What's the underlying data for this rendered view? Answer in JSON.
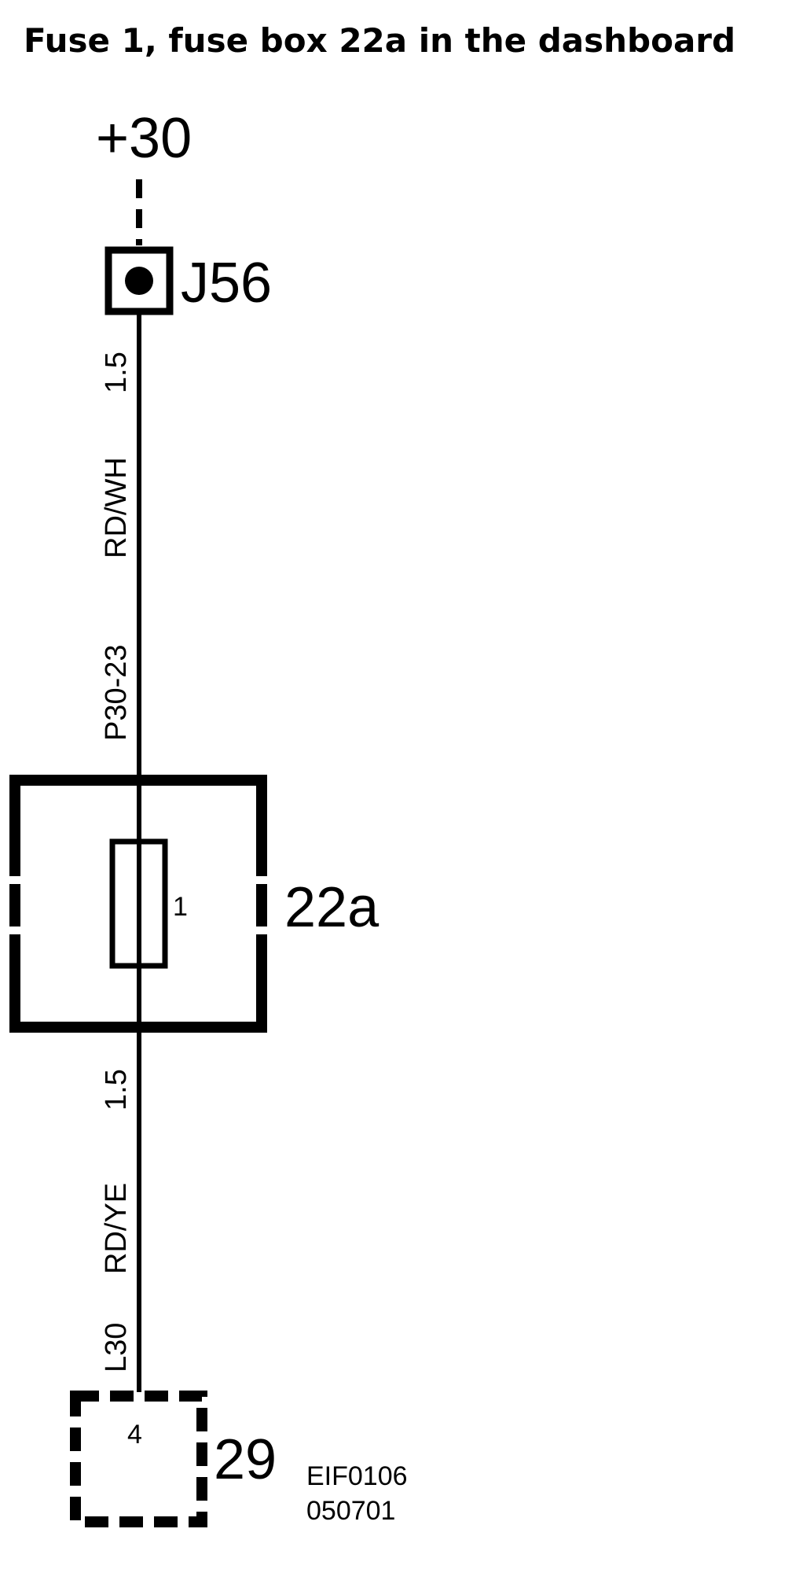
{
  "title": "Fuse 1, fuse box 22a in the dashboard",
  "supply": {
    "label": "+30"
  },
  "connector_top": {
    "label": "J56"
  },
  "wire_top": {
    "size": "1.5",
    "color": "RD/WH",
    "code": "P30-23"
  },
  "fuse_box": {
    "label": "22a",
    "fuse_number": "1"
  },
  "wire_bottom": {
    "size": "1.5",
    "color": "RD/YE",
    "code": "L30"
  },
  "connector_bottom": {
    "label": "29",
    "pin": "4"
  },
  "reference": {
    "line1": "EIF0106",
    "line2": "050701"
  }
}
